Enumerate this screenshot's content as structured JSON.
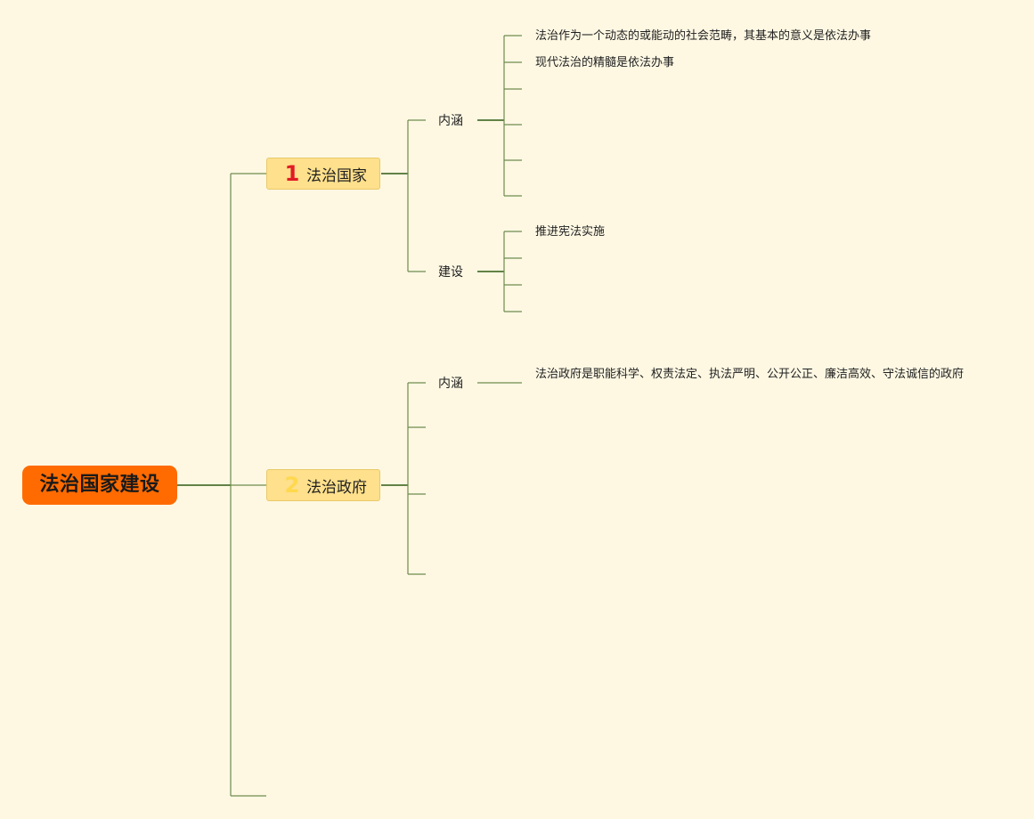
{
  "root": {
    "label": "法治国家建设",
    "color": "#ff6b00"
  },
  "branches": [
    {
      "number": "1",
      "label": "法治国家",
      "number_color": "#e01b24",
      "subtopics": [
        {
          "label": "内涵",
          "items": [
            "法治作为一个动态的或能动的社会范畴，其基本的意义是依法办事",
            "现代法治的精髓是依法办事"
          ]
        },
        {
          "label": "建设",
          "items": [
            "推进宪法实施"
          ]
        }
      ]
    },
    {
      "number": "2",
      "label": "法治政府",
      "number_color": "#ffd84d",
      "subtopics": [
        {
          "label": "内涵",
          "items": [
            "法治政府是职能科学、权责法定、执法严明、公开公正、廉洁高效、守法诚信的政府"
          ]
        }
      ]
    }
  ],
  "colors": {
    "background": "#fef8e3",
    "line": "#6e8b4e",
    "topic_fill": "#ffe08c"
  }
}
